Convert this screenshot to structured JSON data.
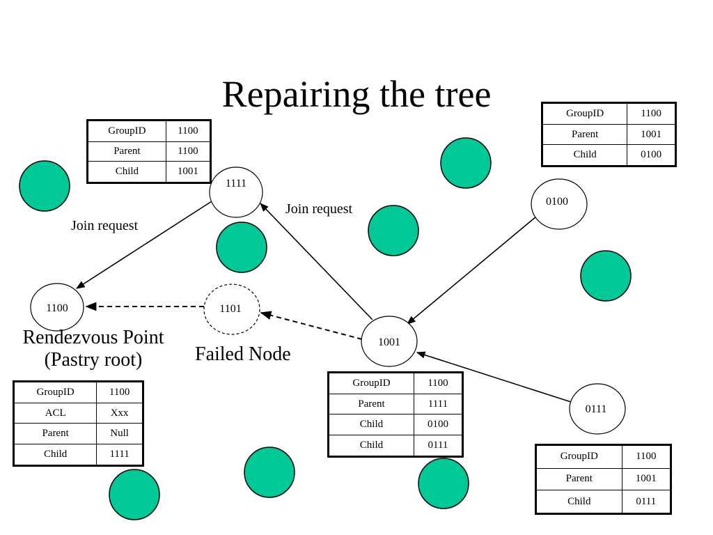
{
  "title": "Repairing the tree",
  "nodes": {
    "n1111": "1111",
    "n0100": "0100",
    "n1100": "1100",
    "n1101": "1101",
    "n1001": "1001",
    "n0111": "0111"
  },
  "labels": {
    "join_request_left": "Join request",
    "join_request_mid": "Join request",
    "rendezvous_line1": "Rendezvous Point",
    "rendezvous_line2": "(Pastry root)",
    "failed_node": "Failed Node"
  },
  "tables": {
    "t1111": [
      [
        "GroupID",
        "1100"
      ],
      [
        "Parent",
        "1100"
      ],
      [
        "Child",
        "1001"
      ]
    ],
    "t0100": [
      [
        "GroupID",
        "1100"
      ],
      [
        "Parent",
        "1001"
      ],
      [
        "Child",
        "0100"
      ]
    ],
    "t1100": [
      [
        "GroupID",
        "1100"
      ],
      [
        "ACL",
        "Xxx"
      ],
      [
        "Parent",
        "Null"
      ],
      [
        "Child",
        "1111"
      ]
    ],
    "t1001": [
      [
        "GroupID",
        "1100"
      ],
      [
        "Parent",
        "1111"
      ],
      [
        "Child",
        "0100"
      ],
      [
        "Child",
        "0111"
      ]
    ],
    "t0111": [
      [
        "GroupID",
        "1100"
      ],
      [
        "Parent",
        "1001"
      ],
      [
        "Child",
        "0111"
      ]
    ]
  },
  "colors": {
    "filler_node": "#00c896",
    "line": "#000000"
  }
}
